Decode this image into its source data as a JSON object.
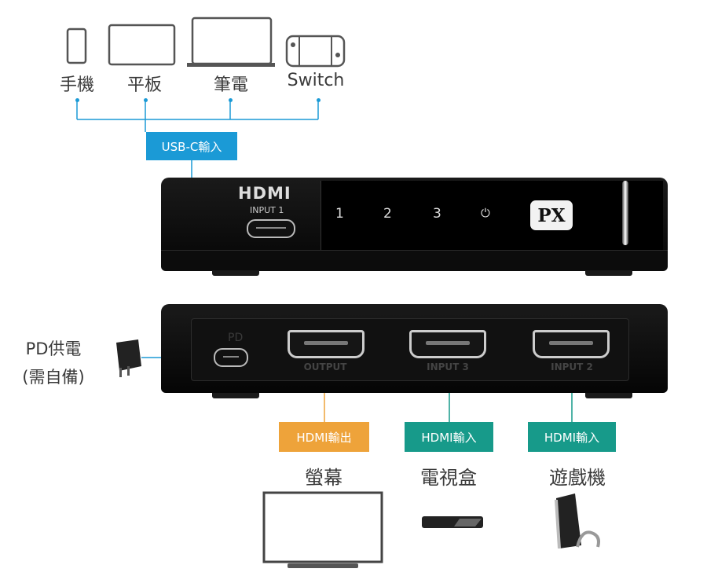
{
  "sources": {
    "items": [
      {
        "label": "手機",
        "icon": "phone-icon"
      },
      {
        "label": "平板",
        "icon": "tablet-icon"
      },
      {
        "label": "筆電",
        "icon": "laptop-icon"
      },
      {
        "label": "Switch",
        "icon": "game-console-handheld-icon"
      }
    ],
    "badge": "USB-C輸入"
  },
  "front": {
    "logo": "HDMI",
    "port_label": "INPUT 1",
    "leds": [
      "1",
      "2",
      "3"
    ],
    "power_icon": "power-icon",
    "brand": "PX"
  },
  "rear": {
    "pd_port": "PD",
    "ports": [
      "OUTPUT",
      "INPUT 3",
      "INPUT 2"
    ],
    "power_label": "PD供電",
    "power_note": "(需自備)"
  },
  "outputs": [
    {
      "badge": "HDMI輸出",
      "device": "螢幕",
      "icon": "monitor-icon"
    },
    {
      "badge": "HDMI輸入",
      "device": "電視盒",
      "icon": "tv-box-icon"
    },
    {
      "badge": "HDMI輸入",
      "device": "遊戲機",
      "icon": "game-console-icon"
    }
  ],
  "colors": {
    "usb": "#1b9ad6",
    "output": "#eea33a",
    "input": "#179a8a"
  }
}
